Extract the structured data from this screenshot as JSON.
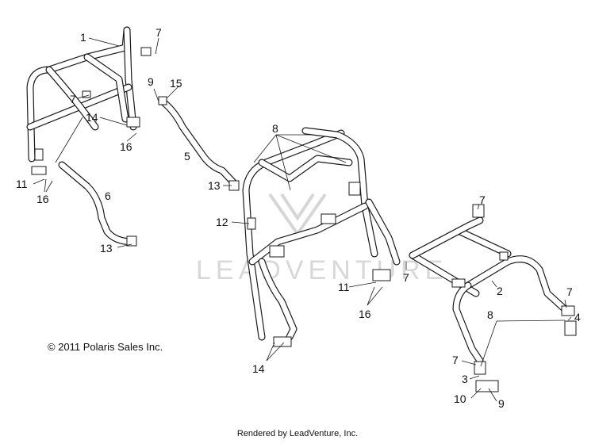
{
  "watermark": {
    "text": "LEADVENTURE"
  },
  "copyright": "© 2011 Polaris Sales Inc.",
  "footer": "Rendered by LeadVenture, Inc.",
  "callouts": [
    {
      "id": "c1",
      "label": "1"
    },
    {
      "id": "c7a",
      "label": "7"
    },
    {
      "id": "c7b",
      "label": "7"
    },
    {
      "id": "c14a",
      "label": "14"
    },
    {
      "id": "c16a",
      "label": "16"
    },
    {
      "id": "c11a",
      "label": "11"
    },
    {
      "id": "c16b",
      "label": "16"
    },
    {
      "id": "c6",
      "label": "6"
    },
    {
      "id": "c13a",
      "label": "13"
    },
    {
      "id": "c9a",
      "label": "9"
    },
    {
      "id": "c15",
      "label": "15"
    },
    {
      "id": "c5",
      "label": "5"
    },
    {
      "id": "c13b",
      "label": "13"
    },
    {
      "id": "c8a",
      "label": "8"
    },
    {
      "id": "c12",
      "label": "12"
    },
    {
      "id": "c11b",
      "label": "11"
    },
    {
      "id": "c16c",
      "label": "16"
    },
    {
      "id": "c7c",
      "label": "7"
    },
    {
      "id": "c14b",
      "label": "14"
    },
    {
      "id": "c7d",
      "label": "7"
    },
    {
      "id": "c2",
      "label": "2"
    },
    {
      "id": "c7e",
      "label": "7"
    },
    {
      "id": "c4",
      "label": "4"
    },
    {
      "id": "c8b",
      "label": "8"
    },
    {
      "id": "c7f",
      "label": "7"
    },
    {
      "id": "c3",
      "label": "3"
    },
    {
      "id": "c10",
      "label": "10"
    },
    {
      "id": "c9b",
      "label": "9"
    }
  ]
}
